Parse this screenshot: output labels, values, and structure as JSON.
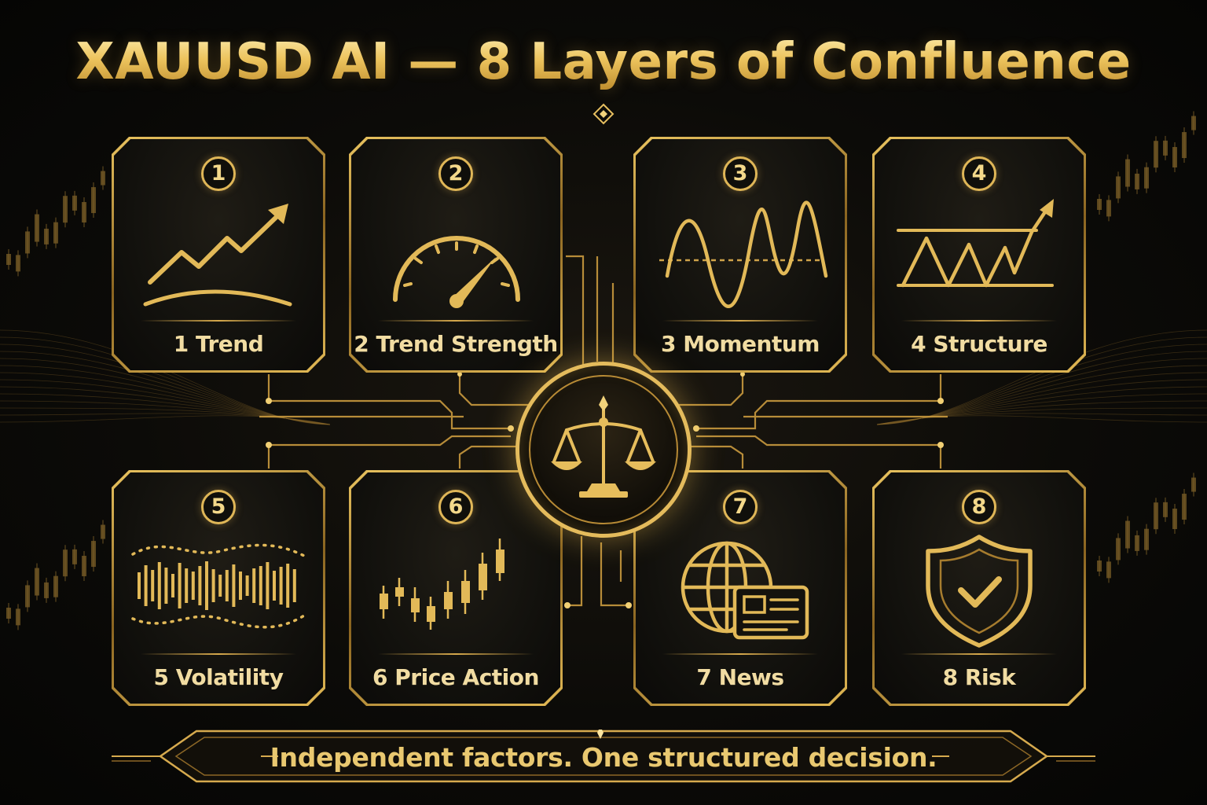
{
  "title": "XAUUSD AI — 8 Layers of Confluence",
  "tagline": "Independent factors. One structured decision.",
  "colors": {
    "gold": "#e4bb5c",
    "gold_light": "#f3d88a",
    "background": "#0c0b08"
  },
  "layers": [
    {
      "number": "1",
      "label": "1 Trend",
      "icon": "trend-arrow-icon"
    },
    {
      "number": "2",
      "label": "2 Trend Strength",
      "icon": "gauge-icon"
    },
    {
      "number": "3",
      "label": "3 Momentum",
      "icon": "oscillator-wave-icon"
    },
    {
      "number": "4",
      "label": "4 Structure",
      "icon": "breakout-structure-icon"
    },
    {
      "number": "5",
      "label": "5 Volatility",
      "icon": "volatility-bands-icon"
    },
    {
      "number": "6",
      "label": "6 Price Action",
      "icon": "candlestick-icon"
    },
    {
      "number": "7",
      "label": "7 News",
      "icon": "globe-news-icon"
    },
    {
      "number": "8",
      "label": "8 Risk",
      "icon": "shield-check-icon"
    }
  ],
  "hub": {
    "icon": "balance-scale-icon"
  }
}
